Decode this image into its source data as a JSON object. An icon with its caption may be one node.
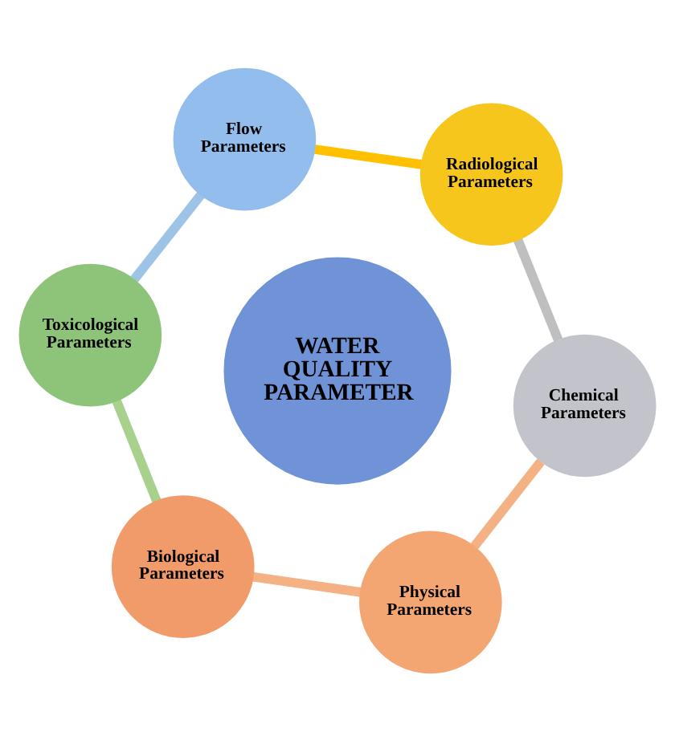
{
  "diagram": {
    "nodes": [
      {
        "text": [
          "WATER QUALITY PARAMETER"
        ]
      },
      {
        "text": [
          "Physical Parameters"
        ]
      },
      {
        "text": [
          "Chemical Parameters"
        ]
      },
      {
        "text": [
          "Radiological Parameters"
        ]
      },
      {
        "text": [
          "Flow Parameters"
        ]
      },
      {
        "text": [
          "Toxicological Parameters"
        ]
      },
      {
        "text": [
          "Biological Parameters"
        ]
      }
    ],
    "edges": [
      {
        "from": 1,
        "to": 2,
        "arrow": "none",
        "color": "#f4b183"
      },
      {
        "from": 2,
        "to": 3,
        "arrow": "none",
        "color": "#bfbfbf"
      },
      {
        "from": 3,
        "to": 4,
        "arrow": "none",
        "color": "#ffc000"
      },
      {
        "from": 4,
        "to": 5,
        "arrow": "none",
        "color": "#9dc3e6"
      },
      {
        "from": 5,
        "to": 6,
        "arrow": "none",
        "color": "#a9d18e"
      },
      {
        "from": 6,
        "to": 1,
        "arrow": "none",
        "color": "#f4b183"
      }
    ]
  }
}
